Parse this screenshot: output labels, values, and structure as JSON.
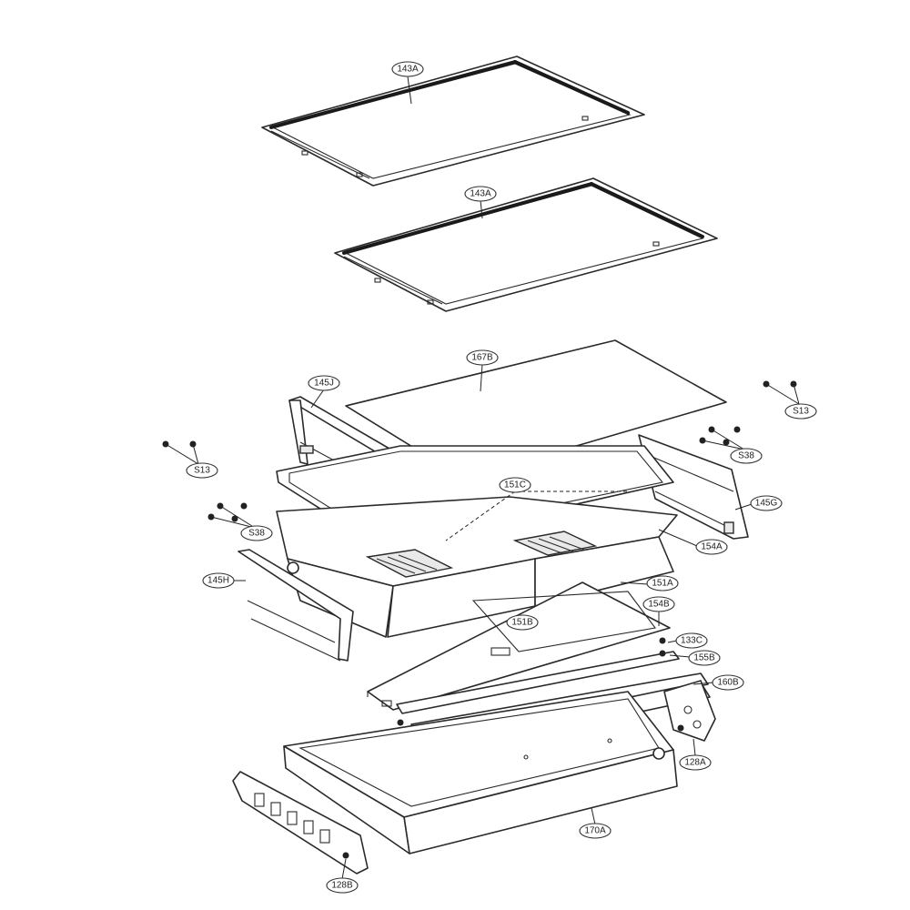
{
  "callouts": [
    {
      "id": "143A-top",
      "label": "143A"
    },
    {
      "id": "143A-mid",
      "label": "143A"
    },
    {
      "id": "167B",
      "label": "167B"
    },
    {
      "id": "145J",
      "label": "145J"
    },
    {
      "id": "S13-right",
      "label": "S13"
    },
    {
      "id": "S13-left",
      "label": "S13"
    },
    {
      "id": "S38-right",
      "label": "S38"
    },
    {
      "id": "S38-left",
      "label": "S38"
    },
    {
      "id": "151C",
      "label": "151C"
    },
    {
      "id": "145G",
      "label": "145G"
    },
    {
      "id": "154A",
      "label": "154A"
    },
    {
      "id": "145H",
      "label": "145H"
    },
    {
      "id": "151A",
      "label": "151A"
    },
    {
      "id": "154B",
      "label": "154B"
    },
    {
      "id": "151B",
      "label": "151B"
    },
    {
      "id": "133C",
      "label": "133C"
    },
    {
      "id": "155B",
      "label": "155B"
    },
    {
      "id": "160B",
      "label": "160B"
    },
    {
      "id": "128A",
      "label": "128A"
    },
    {
      "id": "170A",
      "label": "170A"
    },
    {
      "id": "128B",
      "label": "128B"
    }
  ]
}
